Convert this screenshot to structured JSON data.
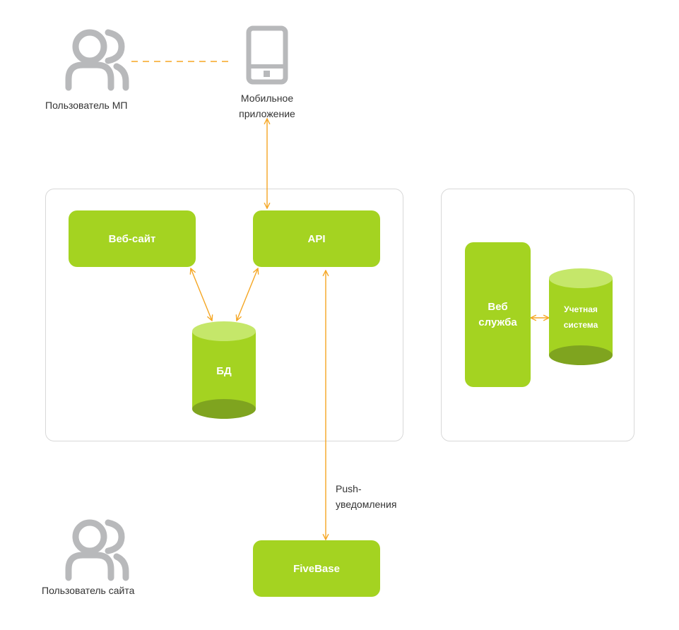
{
  "actors": {
    "mobile_user": "Пользователь МП",
    "site_user": "Пользователь сайта"
  },
  "mobile_app": {
    "label_line1": "Мобильное",
    "label_line2": "приложение"
  },
  "nodes": {
    "website": "Веб-сайт",
    "api": "API",
    "db": "БД",
    "web_service_line1": "Веб",
    "web_service_line2": "служба",
    "accounting_line1": "Учетная",
    "accounting_line2": "система",
    "firebase": "FiveBase"
  },
  "edges": {
    "push_line1": "Push-",
    "push_line2": "уведомления"
  },
  "icons": {
    "user": "users-icon",
    "phone": "smartphone-icon"
  },
  "colors": {
    "node_green": "#a4d321",
    "cylinder_top": "#c5e76a",
    "cylinder_bottom": "#7fa41f",
    "arrow_orange": "#f5a623",
    "icon_gray": "#b8b9bb",
    "group_border": "#d8d8d8"
  }
}
